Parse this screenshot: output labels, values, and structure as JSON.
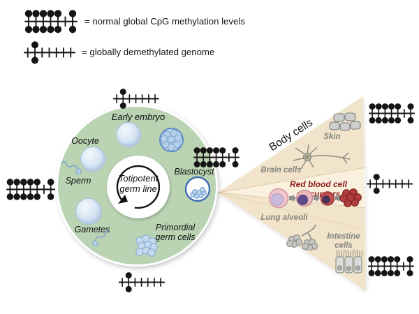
{
  "legend": {
    "normal_label": "= normal global CpG methylation levels",
    "demethylated_label": "= globally demethylated genome"
  },
  "methylation": {
    "normal_pattern": [
      1,
      1,
      1,
      1,
      1,
      0,
      1
    ],
    "demethylated_pattern": [
      0,
      1,
      0,
      0,
      0,
      0,
      0
    ]
  },
  "germline": {
    "center_label": "Totipotent germ line",
    "early_embryo": "Early embryo",
    "oocyte": "Oocyte",
    "sperm": "Sperm",
    "gametes": "Gametes",
    "primordial_germ_cells": "Primordial germ cells",
    "blastocyst": "Blastocyst"
  },
  "body_cells": {
    "title": "Body cells",
    "skin": "Skin",
    "brain_cells": "Brain cells",
    "red_blood_cell_precursors": "Red blood cell precursors",
    "lung_alveoli": "Lung alveoli",
    "intestine_cells": "Intestine cells"
  },
  "colors": {
    "germline_circle_green": "#bad3b3",
    "body_triangle_tan": "#f2e4ca",
    "methylation_black": "#151515",
    "rbc_label_red": "#8e1b1b",
    "body_label_gray": "#84847e",
    "cell_blue": "#cbdcf0",
    "blastocyst_ring_blue": "#3f6eae"
  }
}
